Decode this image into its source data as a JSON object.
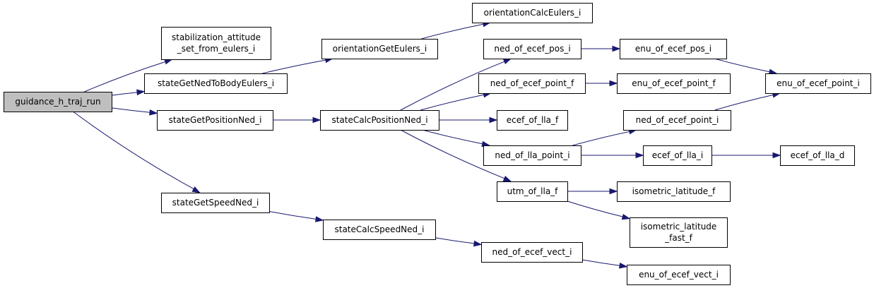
{
  "graph": {
    "nodes": [
      {
        "id": "guidance_h_traj_run",
        "lines": [
          "guidance_h_traj_run"
        ],
        "highlighted": true
      },
      {
        "id": "stabilization_attitude_set_from_eulers_i",
        "lines": [
          "stabilization_attitude",
          "_set_from_eulers_i"
        ]
      },
      {
        "id": "stateGetNedToBodyEulers_i",
        "lines": [
          "stateGetNedToBodyEulers_i"
        ]
      },
      {
        "id": "stateGetPositionNed_i",
        "lines": [
          "stateGetPositionNed_i"
        ]
      },
      {
        "id": "stateGetSpeedNed_i",
        "lines": [
          "stateGetSpeedNed_i"
        ]
      },
      {
        "id": "orientationGetEulers_i",
        "lines": [
          "orientationGetEulers_i"
        ]
      },
      {
        "id": "stateCalcPositionNed_i",
        "lines": [
          "stateCalcPositionNed_i"
        ]
      },
      {
        "id": "stateCalcSpeedNed_i",
        "lines": [
          "stateCalcSpeedNed_i"
        ]
      },
      {
        "id": "orientationCalcEulers_i",
        "lines": [
          "orientationCalcEulers_i"
        ]
      },
      {
        "id": "ned_of_ecef_pos_i",
        "lines": [
          "ned_of_ecef_pos_i"
        ]
      },
      {
        "id": "ned_of_ecef_point_f",
        "lines": [
          "ned_of_ecef_point_f"
        ]
      },
      {
        "id": "ecef_of_lla_f",
        "lines": [
          "ecef_of_lla_f"
        ]
      },
      {
        "id": "ned_of_lla_point_i",
        "lines": [
          "ned_of_lla_point_i"
        ]
      },
      {
        "id": "utm_of_lla_f",
        "lines": [
          "utm_of_lla_f"
        ]
      },
      {
        "id": "ned_of_ecef_vect_i",
        "lines": [
          "ned_of_ecef_vect_i"
        ]
      },
      {
        "id": "enu_of_ecef_pos_i",
        "lines": [
          "enu_of_ecef_pos_i"
        ]
      },
      {
        "id": "enu_of_ecef_point_f",
        "lines": [
          "enu_of_ecef_point_f"
        ]
      },
      {
        "id": "ned_of_ecef_point_i",
        "lines": [
          "ned_of_ecef_point_i"
        ]
      },
      {
        "id": "ecef_of_lla_i",
        "lines": [
          "ecef_of_lla_i"
        ]
      },
      {
        "id": "isometric_latitude_f",
        "lines": [
          "isometric_latitude_f"
        ]
      },
      {
        "id": "isometric_latitude_fast_f",
        "lines": [
          "isometric_latitude",
          "_fast_f"
        ]
      },
      {
        "id": "enu_of_ecef_vect_i",
        "lines": [
          "enu_of_ecef_vect_i"
        ]
      },
      {
        "id": "enu_of_ecef_point_i",
        "lines": [
          "enu_of_ecef_point_i"
        ]
      },
      {
        "id": "ecef_of_lla_d",
        "lines": [
          "ecef_of_lla_d"
        ]
      }
    ],
    "edges": [
      [
        "guidance_h_traj_run",
        "stabilization_attitude_set_from_eulers_i"
      ],
      [
        "guidance_h_traj_run",
        "stateGetNedToBodyEulers_i"
      ],
      [
        "guidance_h_traj_run",
        "stateGetPositionNed_i"
      ],
      [
        "guidance_h_traj_run",
        "stateGetSpeedNed_i"
      ],
      [
        "stateGetNedToBodyEulers_i",
        "orientationGetEulers_i"
      ],
      [
        "orientationGetEulers_i",
        "orientationCalcEulers_i"
      ],
      [
        "stateGetPositionNed_i",
        "stateCalcPositionNed_i"
      ],
      [
        "stateCalcPositionNed_i",
        "ned_of_ecef_pos_i"
      ],
      [
        "stateCalcPositionNed_i",
        "ned_of_ecef_point_f"
      ],
      [
        "stateCalcPositionNed_i",
        "ecef_of_lla_f"
      ],
      [
        "stateCalcPositionNed_i",
        "ned_of_lla_point_i"
      ],
      [
        "stateCalcPositionNed_i",
        "utm_of_lla_f"
      ],
      [
        "ned_of_ecef_pos_i",
        "enu_of_ecef_pos_i"
      ],
      [
        "enu_of_ecef_pos_i",
        "enu_of_ecef_point_i"
      ],
      [
        "ned_of_ecef_point_f",
        "enu_of_ecef_point_f"
      ],
      [
        "ned_of_lla_point_i",
        "ned_of_ecef_point_i"
      ],
      [
        "ned_of_lla_point_i",
        "ecef_of_lla_i"
      ],
      [
        "ned_of_ecef_point_i",
        "enu_of_ecef_point_i"
      ],
      [
        "ecef_of_lla_i",
        "ecef_of_lla_d"
      ],
      [
        "utm_of_lla_f",
        "isometric_latitude_f"
      ],
      [
        "utm_of_lla_f",
        "isometric_latitude_fast_f"
      ],
      [
        "stateGetSpeedNed_i",
        "stateCalcSpeedNed_i"
      ],
      [
        "stateCalcSpeedNed_i",
        "ned_of_ecef_vect_i"
      ],
      [
        "ned_of_ecef_vect_i",
        "enu_of_ecef_vect_i"
      ]
    ],
    "colors": {
      "edge": "#191970",
      "node_fill": "#ffffff",
      "root_fill": "#bfbfbf",
      "border": "#000000"
    }
  }
}
